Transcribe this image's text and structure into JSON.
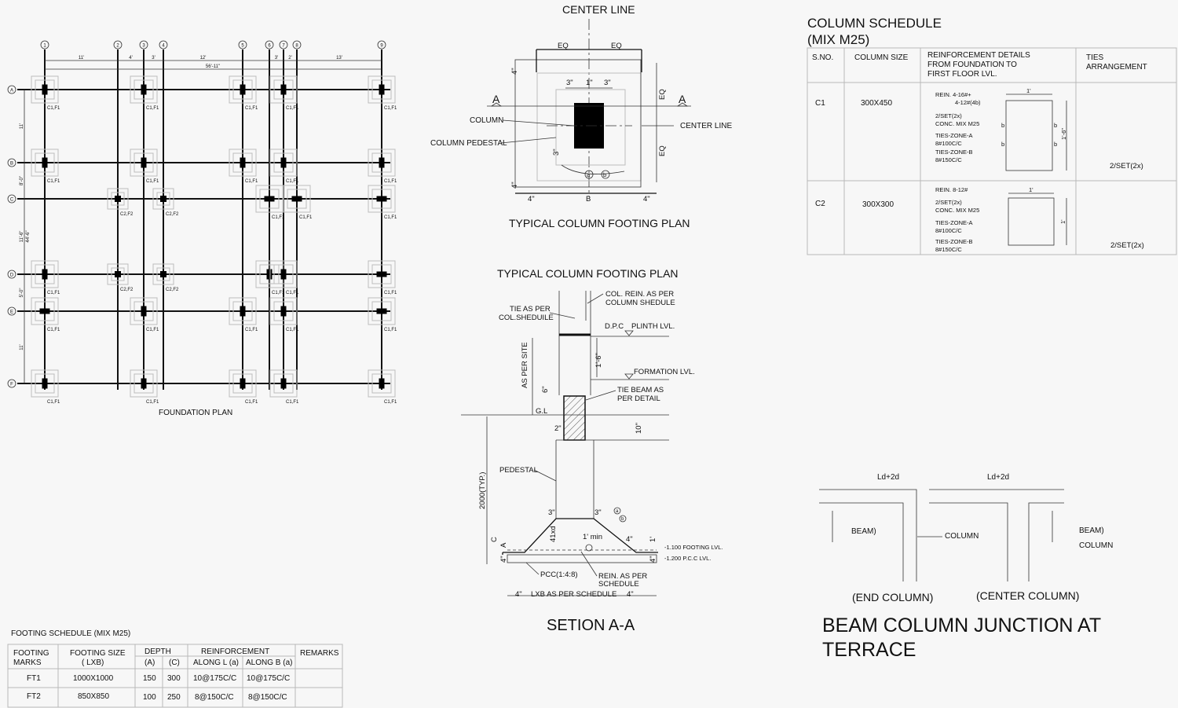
{
  "foundation_plan": {
    "title": "FOUNDATION PLAN",
    "grid_columns": [
      "1",
      "2",
      "3",
      "4",
      "5",
      "6",
      "7",
      "8",
      "9"
    ],
    "grid_rows": [
      "A",
      "B",
      "C",
      "D",
      "E",
      "F"
    ],
    "col_dims": [
      "11'",
      "4'",
      "3'",
      "12'",
      "3'",
      "2'",
      "13'"
    ],
    "overall_dim": "56'-11\"",
    "row_dims": [
      "11'",
      "8'-0\"",
      "11'-6\"",
      "5'-0\"",
      "11'"
    ],
    "side_dim": "44'-6\"",
    "mark_c1": "C1,F1",
    "mark_c2": "C2,F2",
    "cols": [
      {
        "g": 0,
        "r": 0,
        "m": "c1",
        "s": "c1"
      },
      {
        "g": 2,
        "r": 0,
        "m": "c1",
        "s": "c1"
      },
      {
        "g": 4,
        "r": 0,
        "m": "c1",
        "s": "c1"
      },
      {
        "g": 6,
        "r": 0,
        "m": "c1",
        "s": "c1"
      },
      {
        "g": 8,
        "r": 0,
        "m": "c1",
        "s": "c1"
      },
      {
        "g": 0,
        "r": 1,
        "m": "c1",
        "s": "c1"
      },
      {
        "g": 2,
        "r": 1,
        "m": "c1",
        "s": "c1"
      },
      {
        "g": 4,
        "r": 1,
        "m": "c1",
        "s": "c1"
      },
      {
        "g": 6,
        "r": 1,
        "m": "c1",
        "s": "c1"
      },
      {
        "g": 8,
        "r": 1,
        "m": "c1",
        "s": "c1"
      },
      {
        "g": 1,
        "r": 2,
        "m": "c2",
        "s": "c2"
      },
      {
        "g": 3,
        "r": 2,
        "m": "c2",
        "s": "c2"
      },
      {
        "g": 5,
        "r": 2,
        "m": "c1",
        "s": "c1h"
      },
      {
        "g": 7,
        "r": 2,
        "m": "c1",
        "s": "c1h"
      },
      {
        "g": 8,
        "r": 2,
        "m": "c1",
        "s": "c1h"
      },
      {
        "g": 0,
        "r": 3,
        "m": "c1",
        "s": "c1"
      },
      {
        "g": 1,
        "r": 3,
        "m": "c2",
        "s": "c2"
      },
      {
        "g": 3,
        "r": 3,
        "m": "c2",
        "s": "c2"
      },
      {
        "g": 5,
        "r": 3,
        "m": "c1",
        "s": "c1"
      },
      {
        "g": 6,
        "r": 3,
        "m": "c1",
        "s": "c1"
      },
      {
        "g": 8,
        "r": 3,
        "m": "c1",
        "s": "c1h"
      },
      {
        "g": 0,
        "r": 4,
        "m": "c1",
        "s": "c1h"
      },
      {
        "g": 2,
        "r": 4,
        "m": "c1",
        "s": "c1"
      },
      {
        "g": 4,
        "r": 4,
        "m": "c1",
        "s": "c1"
      },
      {
        "g": 6,
        "r": 4,
        "m": "c1",
        "s": "c1"
      },
      {
        "g": 8,
        "r": 4,
        "m": "c1",
        "s": "c1h"
      },
      {
        "g": 0,
        "r": 5,
        "m": "c1",
        "s": "c1"
      },
      {
        "g": 2,
        "r": 5,
        "m": "c1",
        "s": "c1"
      },
      {
        "g": 4,
        "r": 5,
        "m": "c1",
        "s": "c1"
      },
      {
        "g": 6,
        "r": 5,
        "m": "c1",
        "s": "c1"
      },
      {
        "g": 8,
        "r": 5,
        "m": "c1",
        "s": "c1"
      }
    ]
  },
  "footing_plan": {
    "top_label": "CENTER LINE",
    "title": "TYPICAL COLUMN FOOTING PLAN",
    "eq": "EQ",
    "section_mark": "A",
    "column": "COLUMN",
    "pedestal": "COLUMN PEDESTAL",
    "center_line": "CENTER LINE",
    "dim_3": "3\"",
    "dim_1": "1\"",
    "dim_4": "4\"",
    "dim_b": "B",
    "bar_a": "a",
    "bar_b": "b"
  },
  "section": {
    "plan_title": "TYPICAL COLUMN FOOTING PLAN",
    "col_rein": [
      "COL. REIN. AS PER",
      "COLUMN SHEDULE"
    ],
    "tie": [
      "TIE  AS PER",
      "COL.SHEDUILE"
    ],
    "dpc": "D.P.C",
    "plinth": "PLINTH LVL.",
    "as_per_site": "AS PER SITE",
    "dim_1_6": "1'-6\"",
    "formation": "FORMATION LVL.",
    "dim_6": "6\"",
    "tie_beam": [
      "TIE BEAM AS",
      "PER DETAIL"
    ],
    "gl": "G.L",
    "dim_2": "2\"",
    "dim_10": "10\"",
    "pedestal": "PEDESTAL",
    "dim_2000": "2000(TYP.)",
    "dim_3": "3\"",
    "dim_41xd": "41xd",
    "dim_c": "C",
    "dim_a": "A",
    "one_min": "1' min",
    "dim_4": "4\"",
    "dim_1": "1'",
    "bar_a": "a",
    "bar_b": "b",
    "footing_lvl": "-1.100 FOOTING LVL.",
    "pcc_lvl": "-1.200 P.C.C LVL.",
    "pcc": "PCC(1:4:8)",
    "rein": [
      "REIN. AS PER",
      "SCHEDULE"
    ],
    "lxb": "LXB AS PER SCHEDULE",
    "title": "SETION A-A"
  },
  "column_schedule": {
    "title": [
      "COLUMN SCHEDULE",
      "(MIX M25)"
    ],
    "headers": {
      "sno": "S.NO.",
      "size": "COLUMN SIZE",
      "rein": [
        "REINFORCEMENT DETAILS",
        "FROM FOUNDATION TO",
        "FIRST FLOOR LVL."
      ],
      "ties": [
        "TIES",
        "ARRANGEMENT"
      ]
    },
    "rows": [
      {
        "sno": "C1",
        "size": "300X450",
        "rein": [
          "REIN. 4-16#+",
          "4-12#(4b)",
          "2/SET(2x)",
          "CONC. MIX M25",
          "TIES-ZONE-A",
          "8#100C/C",
          "TIES-ZONE-B",
          "8#150C/C"
        ],
        "dim_w": "1'",
        "dim_h": "1'-6\"",
        "bar_b": "b",
        "ties": "2/SET(2x)"
      },
      {
        "sno": "C2",
        "size": "300X300",
        "rein": [
          "REIN. 8-12#",
          "2/SET(2x)",
          "CONC. MIX M25",
          "TIES-ZONE-A",
          "8#100C/C",
          "TIES-ZONE-B",
          "8#150C/C"
        ],
        "dim_w": "1'",
        "dim_h": "1'",
        "ties": "2/SET(2x)"
      }
    ]
  },
  "beam_junction": {
    "ld": "Ld+2d",
    "beam": "BEAM)",
    "column": "COLUMN",
    "end": "(END COLUMN)",
    "center": "(CENTER COLUMN)",
    "title": [
      "BEAM COLUMN JUNCTION AT",
      "TERRACE"
    ]
  },
  "footing_schedule": {
    "title": "FOOTING SCHEDULE (MIX M25)",
    "headers": {
      "marks": [
        "FOOTING",
        "MARKS"
      ],
      "size": [
        "FOOTING SIZE",
        "( LXB)"
      ],
      "depth": "DEPTH",
      "depth_a": "(A)",
      "depth_c": "(C)",
      "rein": "REINFORCEMENT",
      "along_l": "ALONG L (a)",
      "along_b": "ALONG B (a)",
      "remarks": "REMARKS"
    },
    "rows": [
      {
        "mark": "FT1",
        "size": "1000X1000",
        "a": "150",
        "c": "300",
        "l": "10@175C/C",
        "b": "10@175C/C"
      },
      {
        "mark": "FT2",
        "size": "850X850",
        "a": "100",
        "c": "250",
        "l": "8@150C/C",
        "b": "8@150C/C"
      }
    ]
  }
}
